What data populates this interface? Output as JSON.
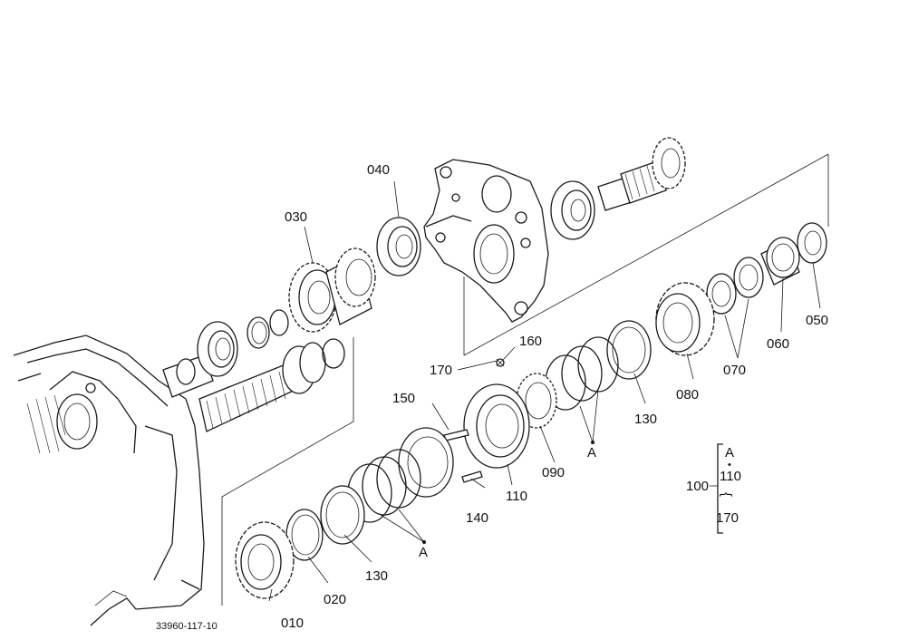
{
  "parts": {
    "p010": "010",
    "p020": "020",
    "p030": "030",
    "p040": "040",
    "p050": "050",
    "p060": "060",
    "p070": "070",
    "p080": "080",
    "p090": "090",
    "p100": "100",
    "p110": "110",
    "p130_bottom": "130",
    "p130_right": "130",
    "p140": "140",
    "p150": "150",
    "p160": "160",
    "p170": "170"
  },
  "marks": {
    "a_center": "A",
    "a_bottom": "A"
  },
  "kit": {
    "label": "100",
    "line1": "A",
    "line2": "110",
    "line3": "170",
    "dot": "•",
    "brace": "{"
  },
  "figure_code": "33960-117-10"
}
